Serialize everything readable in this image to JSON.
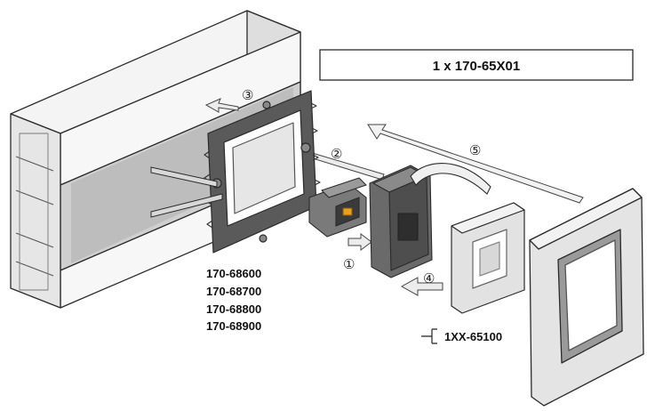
{
  "kit_label": "1 x 170-65X01",
  "part_numbers": [
    "170-68600",
    "170-68700",
    "170-68800",
    "170-68900"
  ],
  "cover_part": "1XX-65100",
  "steps": [
    "①",
    "②",
    "③",
    "④",
    "⑤"
  ],
  "colors": {
    "outline": "#2a2a2a",
    "trunking_light": "#f2f2f2",
    "trunking_mid": "#e2e2e2",
    "trunking_dark": "#c8c8c8",
    "frame_dark": "#4a4a4a",
    "jack_orange": "#e8a020",
    "arrow_fill": "#ececec"
  }
}
